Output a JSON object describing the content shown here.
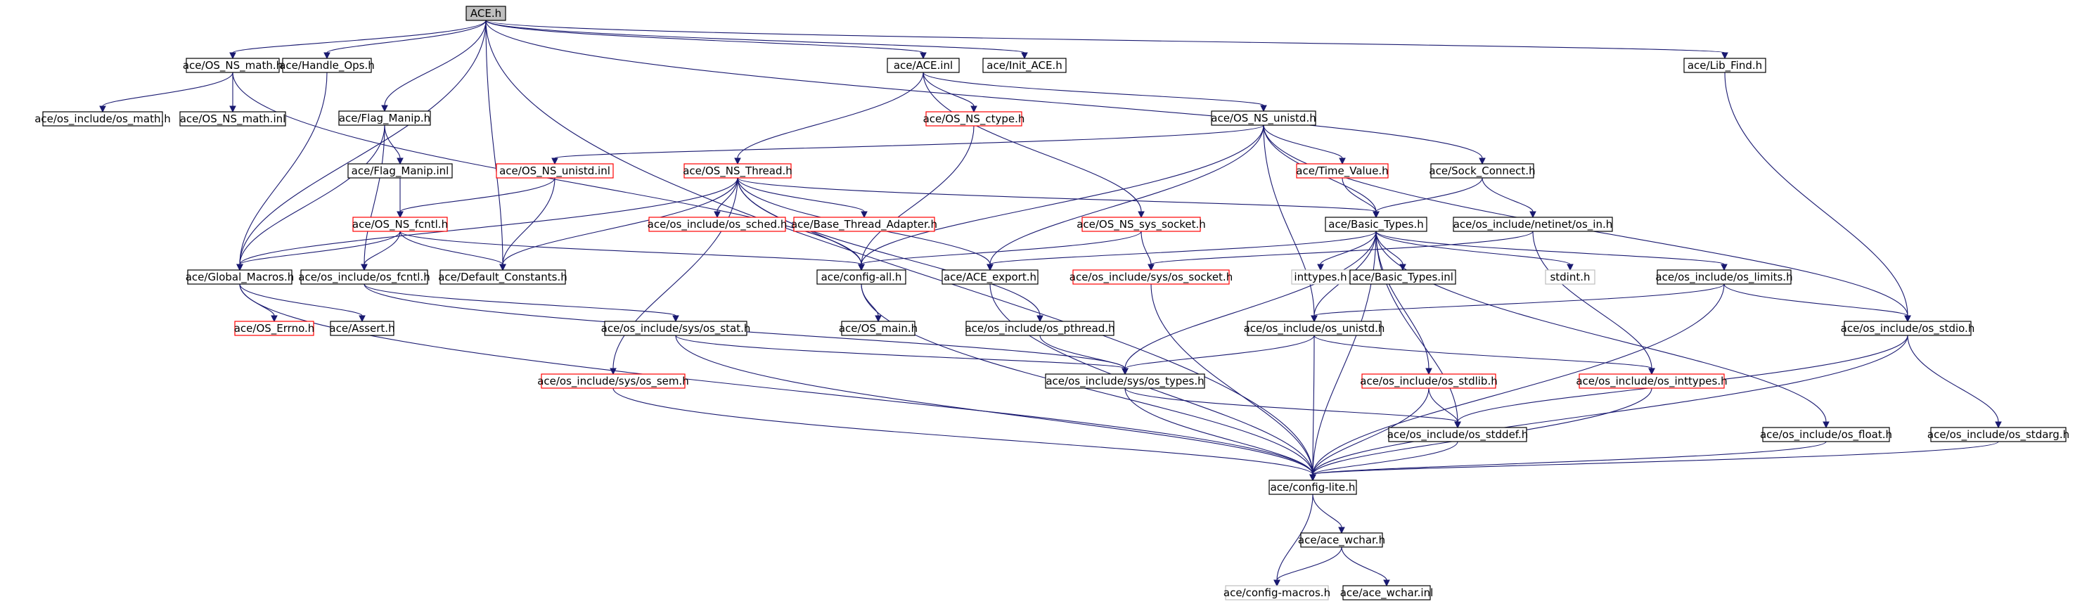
{
  "colors": {
    "edge": "#191970",
    "normal_border": "#000000",
    "truncated_border": "#ff0000",
    "missing_border": "#bfbfbf",
    "root_fill": "#bfbfbf",
    "node_fill": "#ffffff"
  },
  "nodes": [
    {
      "id": "ace_h",
      "label": "ACE.h",
      "kind": "root"
    },
    {
      "id": "os_ns_math_h",
      "label": "ace/OS_NS_math.h",
      "kind": "normal"
    },
    {
      "id": "handle_ops_h",
      "label": "ace/Handle_Ops.h",
      "kind": "normal"
    },
    {
      "id": "ace_inl",
      "label": "ace/ACE.inl",
      "kind": "normal"
    },
    {
      "id": "init_ace_h",
      "label": "ace/Init_ACE.h",
      "kind": "normal"
    },
    {
      "id": "lib_find_h",
      "label": "ace/Lib_Find.h",
      "kind": "normal"
    },
    {
      "id": "os_math_h",
      "label": "ace/os_include/os_math.h",
      "kind": "normal"
    },
    {
      "id": "os_ns_math_inl",
      "label": "ace/OS_NS_math.inl",
      "kind": "normal"
    },
    {
      "id": "flag_manip_h",
      "label": "ace/Flag_Manip.h",
      "kind": "normal"
    },
    {
      "id": "os_ns_ctype_h",
      "label": "ace/OS_NS_ctype.h",
      "kind": "truncated"
    },
    {
      "id": "os_ns_unistd_h",
      "label": "ace/OS_NS_unistd.h",
      "kind": "normal"
    },
    {
      "id": "flag_manip_inl",
      "label": "ace/Flag_Manip.inl",
      "kind": "normal"
    },
    {
      "id": "os_ns_unistd_inl",
      "label": "ace/OS_NS_unistd.inl",
      "kind": "truncated"
    },
    {
      "id": "os_ns_thread_h",
      "label": "ace/OS_NS_Thread.h",
      "kind": "truncated"
    },
    {
      "id": "time_value_h",
      "label": "ace/Time_Value.h",
      "kind": "truncated"
    },
    {
      "id": "sock_connect_h",
      "label": "ace/Sock_Connect.h",
      "kind": "normal"
    },
    {
      "id": "os_ns_fcntl_h",
      "label": "ace/OS_NS_fcntl.h",
      "kind": "truncated"
    },
    {
      "id": "os_sched_h",
      "label": "ace/os_include/os_sched.h",
      "kind": "truncated"
    },
    {
      "id": "base_thread_adapter_h",
      "label": "ace/Base_Thread_Adapter.h",
      "kind": "truncated"
    },
    {
      "id": "os_ns_sys_socket_h",
      "label": "ace/OS_NS_sys_socket.h",
      "kind": "truncated"
    },
    {
      "id": "basic_types_h",
      "label": "ace/Basic_Types.h",
      "kind": "normal"
    },
    {
      "id": "netinet_os_in_h",
      "label": "ace/os_include/netinet/os_in.h",
      "kind": "normal"
    },
    {
      "id": "global_macros_h",
      "label": "ace/Global_Macros.h",
      "kind": "normal"
    },
    {
      "id": "os_fcntl_h",
      "label": "ace/os_include/os_fcntl.h",
      "kind": "normal"
    },
    {
      "id": "default_constants_h",
      "label": "ace/Default_Constants.h",
      "kind": "normal"
    },
    {
      "id": "config_all_h",
      "label": "ace/config-all.h",
      "kind": "normal"
    },
    {
      "id": "ace_export_h",
      "label": "ace/ACE_export.h",
      "kind": "normal"
    },
    {
      "id": "sys_os_socket_h",
      "label": "ace/os_include/sys/os_socket.h",
      "kind": "truncated"
    },
    {
      "id": "inttypes_h",
      "label": "inttypes.h",
      "kind": "missing"
    },
    {
      "id": "basic_types_inl",
      "label": "ace/Basic_Types.inl",
      "kind": "normal"
    },
    {
      "id": "stdint_h",
      "label": "stdint.h",
      "kind": "missing"
    },
    {
      "id": "os_limits_h",
      "label": "ace/os_include/os_limits.h",
      "kind": "normal"
    },
    {
      "id": "os_errno_h",
      "label": "ace/OS_Errno.h",
      "kind": "truncated"
    },
    {
      "id": "assert_h",
      "label": "ace/Assert.h",
      "kind": "normal"
    },
    {
      "id": "sys_os_stat_h",
      "label": "ace/os_include/sys/os_stat.h",
      "kind": "normal"
    },
    {
      "id": "os_main_h",
      "label": "ace/OS_main.h",
      "kind": "normal"
    },
    {
      "id": "os_pthread_h",
      "label": "ace/os_include/os_pthread.h",
      "kind": "normal"
    },
    {
      "id": "os_unistd_h",
      "label": "ace/os_include/os_unistd.h",
      "kind": "normal"
    },
    {
      "id": "os_stdio_h",
      "label": "ace/os_include/os_stdio.h",
      "kind": "normal"
    },
    {
      "id": "sys_os_sem_h",
      "label": "ace/os_include/sys/os_sem.h",
      "kind": "truncated"
    },
    {
      "id": "sys_os_types_h",
      "label": "ace/os_include/sys/os_types.h",
      "kind": "normal"
    },
    {
      "id": "os_stdlib_h",
      "label": "ace/os_include/os_stdlib.h",
      "kind": "truncated"
    },
    {
      "id": "os_inttypes_h",
      "label": "ace/os_include/os_inttypes.h",
      "kind": "truncated"
    },
    {
      "id": "os_stddef_h",
      "label": "ace/os_include/os_stddef.h",
      "kind": "normal"
    },
    {
      "id": "os_float_h",
      "label": "ace/os_include/os_float.h",
      "kind": "normal"
    },
    {
      "id": "os_stdarg_h",
      "label": "ace/os_include/os_stdarg.h",
      "kind": "normal"
    },
    {
      "id": "config_lite_h",
      "label": "ace/config-lite.h",
      "kind": "normal"
    },
    {
      "id": "ace_wchar_h",
      "label": "ace/ace_wchar.h",
      "kind": "normal"
    },
    {
      "id": "config_macros_h",
      "label": "ace/config-macros.h",
      "kind": "missing"
    },
    {
      "id": "ace_wchar_inl",
      "label": "ace/ace_wchar.inl",
      "kind": "normal"
    }
  ],
  "edges": [
    [
      "ace_h",
      "os_ns_math_h"
    ],
    [
      "ace_h",
      "handle_ops_h"
    ],
    [
      "ace_h",
      "ace_inl"
    ],
    [
      "ace_h",
      "init_ace_h"
    ],
    [
      "ace_h",
      "lib_find_h"
    ],
    [
      "ace_h",
      "flag_manip_h"
    ],
    [
      "ace_h",
      "sock_connect_h"
    ],
    [
      "ace_h",
      "default_constants_h"
    ],
    [
      "ace_h",
      "config_lite_h"
    ],
    [
      "ace_h",
      "global_macros_h"
    ],
    [
      "os_ns_math_h",
      "os_math_h"
    ],
    [
      "os_ns_math_h",
      "os_ns_math_inl"
    ],
    [
      "os_ns_math_h",
      "config_all_h"
    ],
    [
      "handle_ops_h",
      "global_macros_h"
    ],
    [
      "ace_inl",
      "os_ns_thread_h"
    ],
    [
      "ace_inl",
      "os_ns_ctype_h"
    ],
    [
      "ace_inl",
      "os_ns_unistd_h"
    ],
    [
      "ace_inl",
      "os_ns_sys_socket_h"
    ],
    [
      "lib_find_h",
      "os_stdio_h"
    ],
    [
      "flag_manip_h",
      "flag_manip_inl"
    ],
    [
      "flag_manip_h",
      "global_macros_h"
    ],
    [
      "flag_manip_h",
      "os_fcntl_h"
    ],
    [
      "flag_manip_inl",
      "os_ns_fcntl_h"
    ],
    [
      "os_ns_ctype_h",
      "config_all_h"
    ],
    [
      "os_ns_unistd_h",
      "os_ns_unistd_inl"
    ],
    [
      "os_ns_unistd_h",
      "time_value_h"
    ],
    [
      "os_ns_unistd_h",
      "basic_types_h"
    ],
    [
      "os_ns_unistd_h",
      "os_unistd_h"
    ],
    [
      "os_ns_unistd_h",
      "config_all_h"
    ],
    [
      "os_ns_unistd_h",
      "os_stdio_h"
    ],
    [
      "os_ns_unistd_h",
      "ace_export_h"
    ],
    [
      "os_ns_unistd_inl",
      "os_ns_fcntl_h"
    ],
    [
      "os_ns_unistd_inl",
      "default_constants_h"
    ],
    [
      "os_ns_thread_h",
      "os_sched_h"
    ],
    [
      "os_ns_thread_h",
      "base_thread_adapter_h"
    ],
    [
      "os_ns_thread_h",
      "basic_types_h"
    ],
    [
      "os_ns_thread_h",
      "global_macros_h"
    ],
    [
      "os_ns_thread_h",
      "default_constants_h"
    ],
    [
      "os_ns_thread_h",
      "config_all_h"
    ],
    [
      "os_ns_thread_h",
      "ace_export_h"
    ],
    [
      "os_ns_thread_h",
      "os_pthread_h"
    ],
    [
      "os_ns_thread_h",
      "sys_os_sem_h"
    ],
    [
      "time_value_h",
      "basic_types_h"
    ],
    [
      "sock_connect_h",
      "basic_types_h"
    ],
    [
      "sock_connect_h",
      "netinet_os_in_h"
    ],
    [
      "os_ns_fcntl_h",
      "global_macros_h"
    ],
    [
      "os_ns_fcntl_h",
      "os_fcntl_h"
    ],
    [
      "os_ns_fcntl_h",
      "default_constants_h"
    ],
    [
      "os_ns_fcntl_h",
      "config_all_h"
    ],
    [
      "os_ns_sys_socket_h",
      "sys_os_socket_h"
    ],
    [
      "os_ns_sys_socket_h",
      "config_all_h"
    ],
    [
      "basic_types_h",
      "ace_export_h"
    ],
    [
      "basic_types_h",
      "inttypes_h"
    ],
    [
      "basic_types_h",
      "basic_types_inl"
    ],
    [
      "basic_types_h",
      "stdint_h"
    ],
    [
      "basic_types_h",
      "os_limits_h"
    ],
    [
      "basic_types_h",
      "os_stdlib_h"
    ],
    [
      "basic_types_h",
      "os_stddef_h"
    ],
    [
      "basic_types_h",
      "os_float_h"
    ],
    [
      "basic_types_h",
      "config_lite_h"
    ],
    [
      "basic_types_h",
      "sys_os_types_h"
    ],
    [
      "basic_types_h",
      "os_unistd_h"
    ],
    [
      "netinet_os_in_h",
      "sys_os_socket_h"
    ],
    [
      "netinet_os_in_h",
      "os_inttypes_h"
    ],
    [
      "global_macros_h",
      "os_errno_h"
    ],
    [
      "global_macros_h",
      "assert_h"
    ],
    [
      "global_macros_h",
      "config_lite_h"
    ],
    [
      "os_fcntl_h",
      "sys_os_stat_h"
    ],
    [
      "os_fcntl_h",
      "sys_os_types_h"
    ],
    [
      "config_all_h",
      "os_main_h"
    ],
    [
      "config_all_h",
      "config_lite_h"
    ],
    [
      "ace_export_h",
      "config_lite_h"
    ],
    [
      "sys_os_socket_h",
      "config_lite_h"
    ],
    [
      "os_limits_h",
      "os_unistd_h"
    ],
    [
      "os_limits_h",
      "os_stdio_h"
    ],
    [
      "os_limits_h",
      "config_lite_h"
    ],
    [
      "sys_os_stat_h",
      "sys_os_types_h"
    ],
    [
      "sys_os_stat_h",
      "config_lite_h"
    ],
    [
      "os_pthread_h",
      "sys_os_types_h"
    ],
    [
      "os_unistd_h",
      "sys_os_types_h"
    ],
    [
      "os_unistd_h",
      "os_inttypes_h"
    ],
    [
      "os_unistd_h",
      "config_lite_h"
    ],
    [
      "os_stdio_h",
      "os_stddef_h"
    ],
    [
      "os_stdio_h",
      "os_stdarg_h"
    ],
    [
      "os_stdio_h",
      "config_lite_h"
    ],
    [
      "sys_os_sem_h",
      "config_lite_h"
    ],
    [
      "sys_os_types_h",
      "os_stddef_h"
    ],
    [
      "sys_os_types_h",
      "config_lite_h"
    ],
    [
      "os_stdlib_h",
      "os_stddef_h"
    ],
    [
      "os_stdlib_h",
      "config_lite_h"
    ],
    [
      "os_inttypes_h",
      "config_lite_h"
    ],
    [
      "os_stddef_h",
      "config_lite_h"
    ],
    [
      "os_float_h",
      "config_lite_h"
    ],
    [
      "os_stdarg_h",
      "config_lite_h"
    ],
    [
      "config_lite_h",
      "ace_wchar_h"
    ],
    [
      "config_lite_h",
      "config_macros_h"
    ],
    [
      "ace_wchar_h",
      "config_macros_h"
    ],
    [
      "ace_wchar_h",
      "ace_wchar_inl"
    ]
  ]
}
